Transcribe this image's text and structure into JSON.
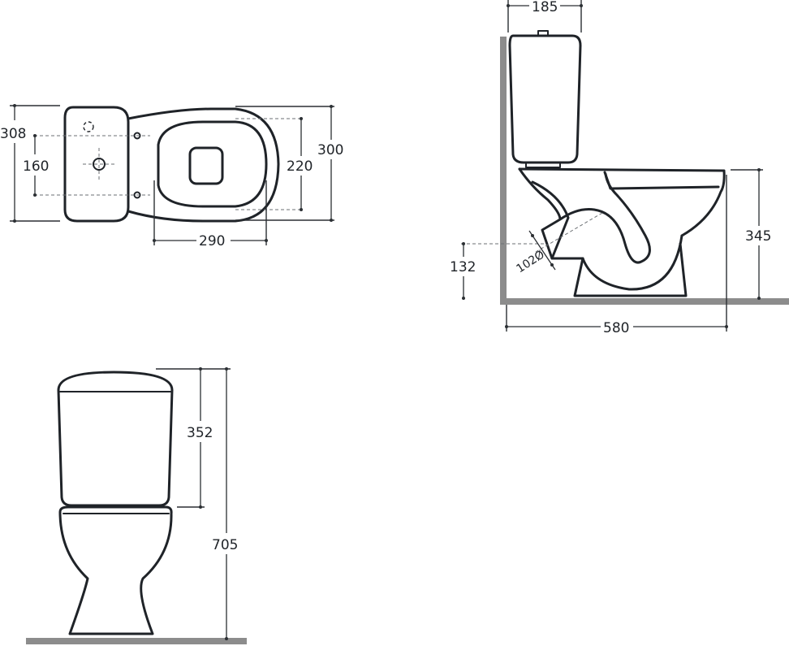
{
  "views": {
    "top": {
      "dimensions": {
        "overall_width_tank": "308",
        "fixing_holes_spacing": "160",
        "seat_inner_width": "220",
        "bowl_width": "300",
        "seat_inner_length": "290"
      }
    },
    "side": {
      "dimensions": {
        "tank_depth": "185",
        "rim_height": "345",
        "outlet_height": "132",
        "outlet_diameter": "102Ø",
        "overall_length": "580"
      }
    },
    "front": {
      "dimensions": {
        "tank_height": "352",
        "overall_height": "705"
      }
    }
  }
}
